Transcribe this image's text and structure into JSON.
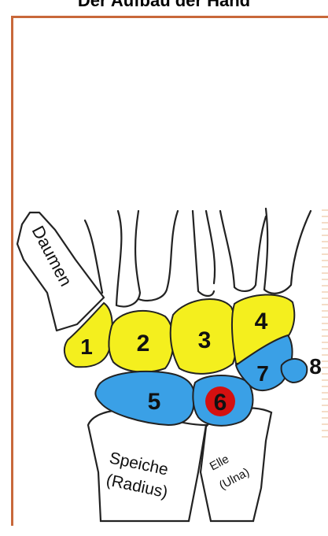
{
  "title": "Der Aufbau der Hand",
  "labels": {
    "thumb": "Daumen",
    "radius_line1": "Speiche",
    "radius_line2": "(Radius)",
    "ulna_line1": "Elle",
    "ulna_line2": "(Ulna)"
  },
  "bones": [
    {
      "number": "1",
      "color": "yellow"
    },
    {
      "number": "2",
      "color": "yellow"
    },
    {
      "number": "3",
      "color": "yellow"
    },
    {
      "number": "4",
      "color": "yellow"
    },
    {
      "number": "5",
      "color": "blue"
    },
    {
      "number": "6",
      "color": "blue",
      "highlight": "red"
    },
    {
      "number": "7",
      "color": "blue"
    },
    {
      "number": "8",
      "color": "blue"
    }
  ],
  "colors": {
    "frame": "#c8683a",
    "yellow": "#f4ef1e",
    "blue": "#3aa0e6",
    "highlight": "#d41010",
    "outline": "#222222"
  }
}
